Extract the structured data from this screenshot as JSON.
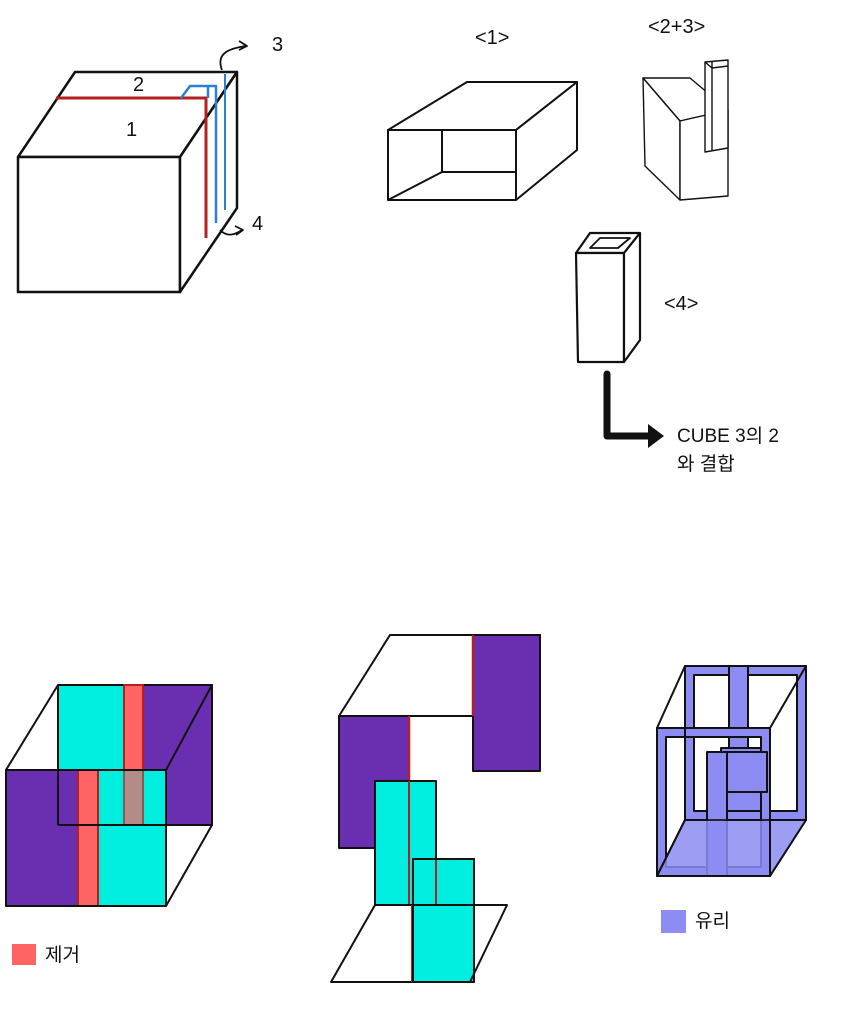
{
  "top_cube": {
    "labels": {
      "face1": "1",
      "strip2": "2",
      "strip3": "3",
      "strip4": "4"
    }
  },
  "pieces": {
    "piece1": "<1>",
    "piece2_3": "<2+3>",
    "piece4": "<4>"
  },
  "note": {
    "line1": "CUBE 3의 2",
    "line2": "와 결합"
  },
  "legend": {
    "remove": "제거",
    "glass": "유리"
  },
  "colors": {
    "red_line": "#b32020",
    "blue_line": "#2a7fd6",
    "removed": "#ff6464",
    "purple": "#6a2fb0",
    "cyan": "#00eee0",
    "glass": "#8c8cf2"
  }
}
